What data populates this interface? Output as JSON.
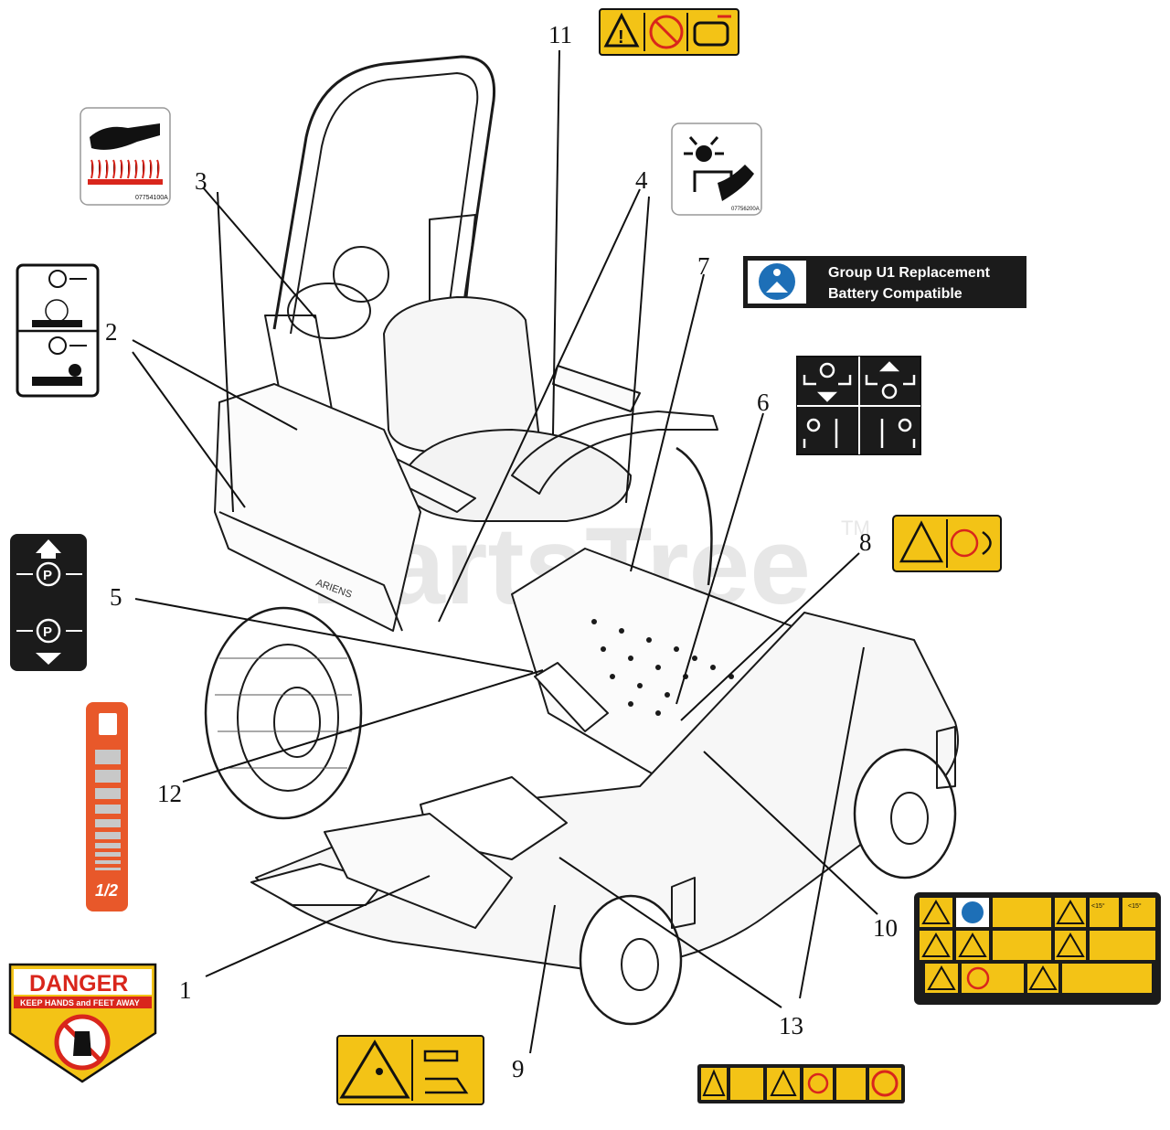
{
  "callouts": [
    {
      "id": "1",
      "label": "1"
    },
    {
      "id": "2",
      "label": "2"
    },
    {
      "id": "3",
      "label": "3"
    },
    {
      "id": "4",
      "label": "4"
    },
    {
      "id": "5",
      "label": "5"
    },
    {
      "id": "6",
      "label": "6"
    },
    {
      "id": "7",
      "label": "7"
    },
    {
      "id": "8",
      "label": "8"
    },
    {
      "id": "9",
      "label": "9"
    },
    {
      "id": "10",
      "label": "10"
    },
    {
      "id": "11",
      "label": "11"
    },
    {
      "id": "12",
      "label": "12"
    },
    {
      "id": "13",
      "label": "13"
    }
  ],
  "decals": {
    "battery": {
      "line1": "Group U1 Replacement",
      "line2": "Battery Compatible"
    },
    "danger": {
      "title": "DANGER",
      "subtitle": "KEEP HANDS and FEET AWAY"
    },
    "fuel": {
      "fraction": "1/2"
    },
    "hot_surface": {
      "part": "07754100A"
    },
    "deflector": {
      "part": "07756200A"
    },
    "warning_grid_angles": {
      "a": "<15°",
      "b": "<15°"
    }
  },
  "watermark": {
    "text": "PartsTree",
    "tm": "TM"
  },
  "colors": {
    "decal_yellow": "#f3c316",
    "danger_red": "#d9261c",
    "fuel_orange": "#e8582a",
    "battery_blue": "#1d6fb7",
    "dark": "#1b1b1b"
  }
}
